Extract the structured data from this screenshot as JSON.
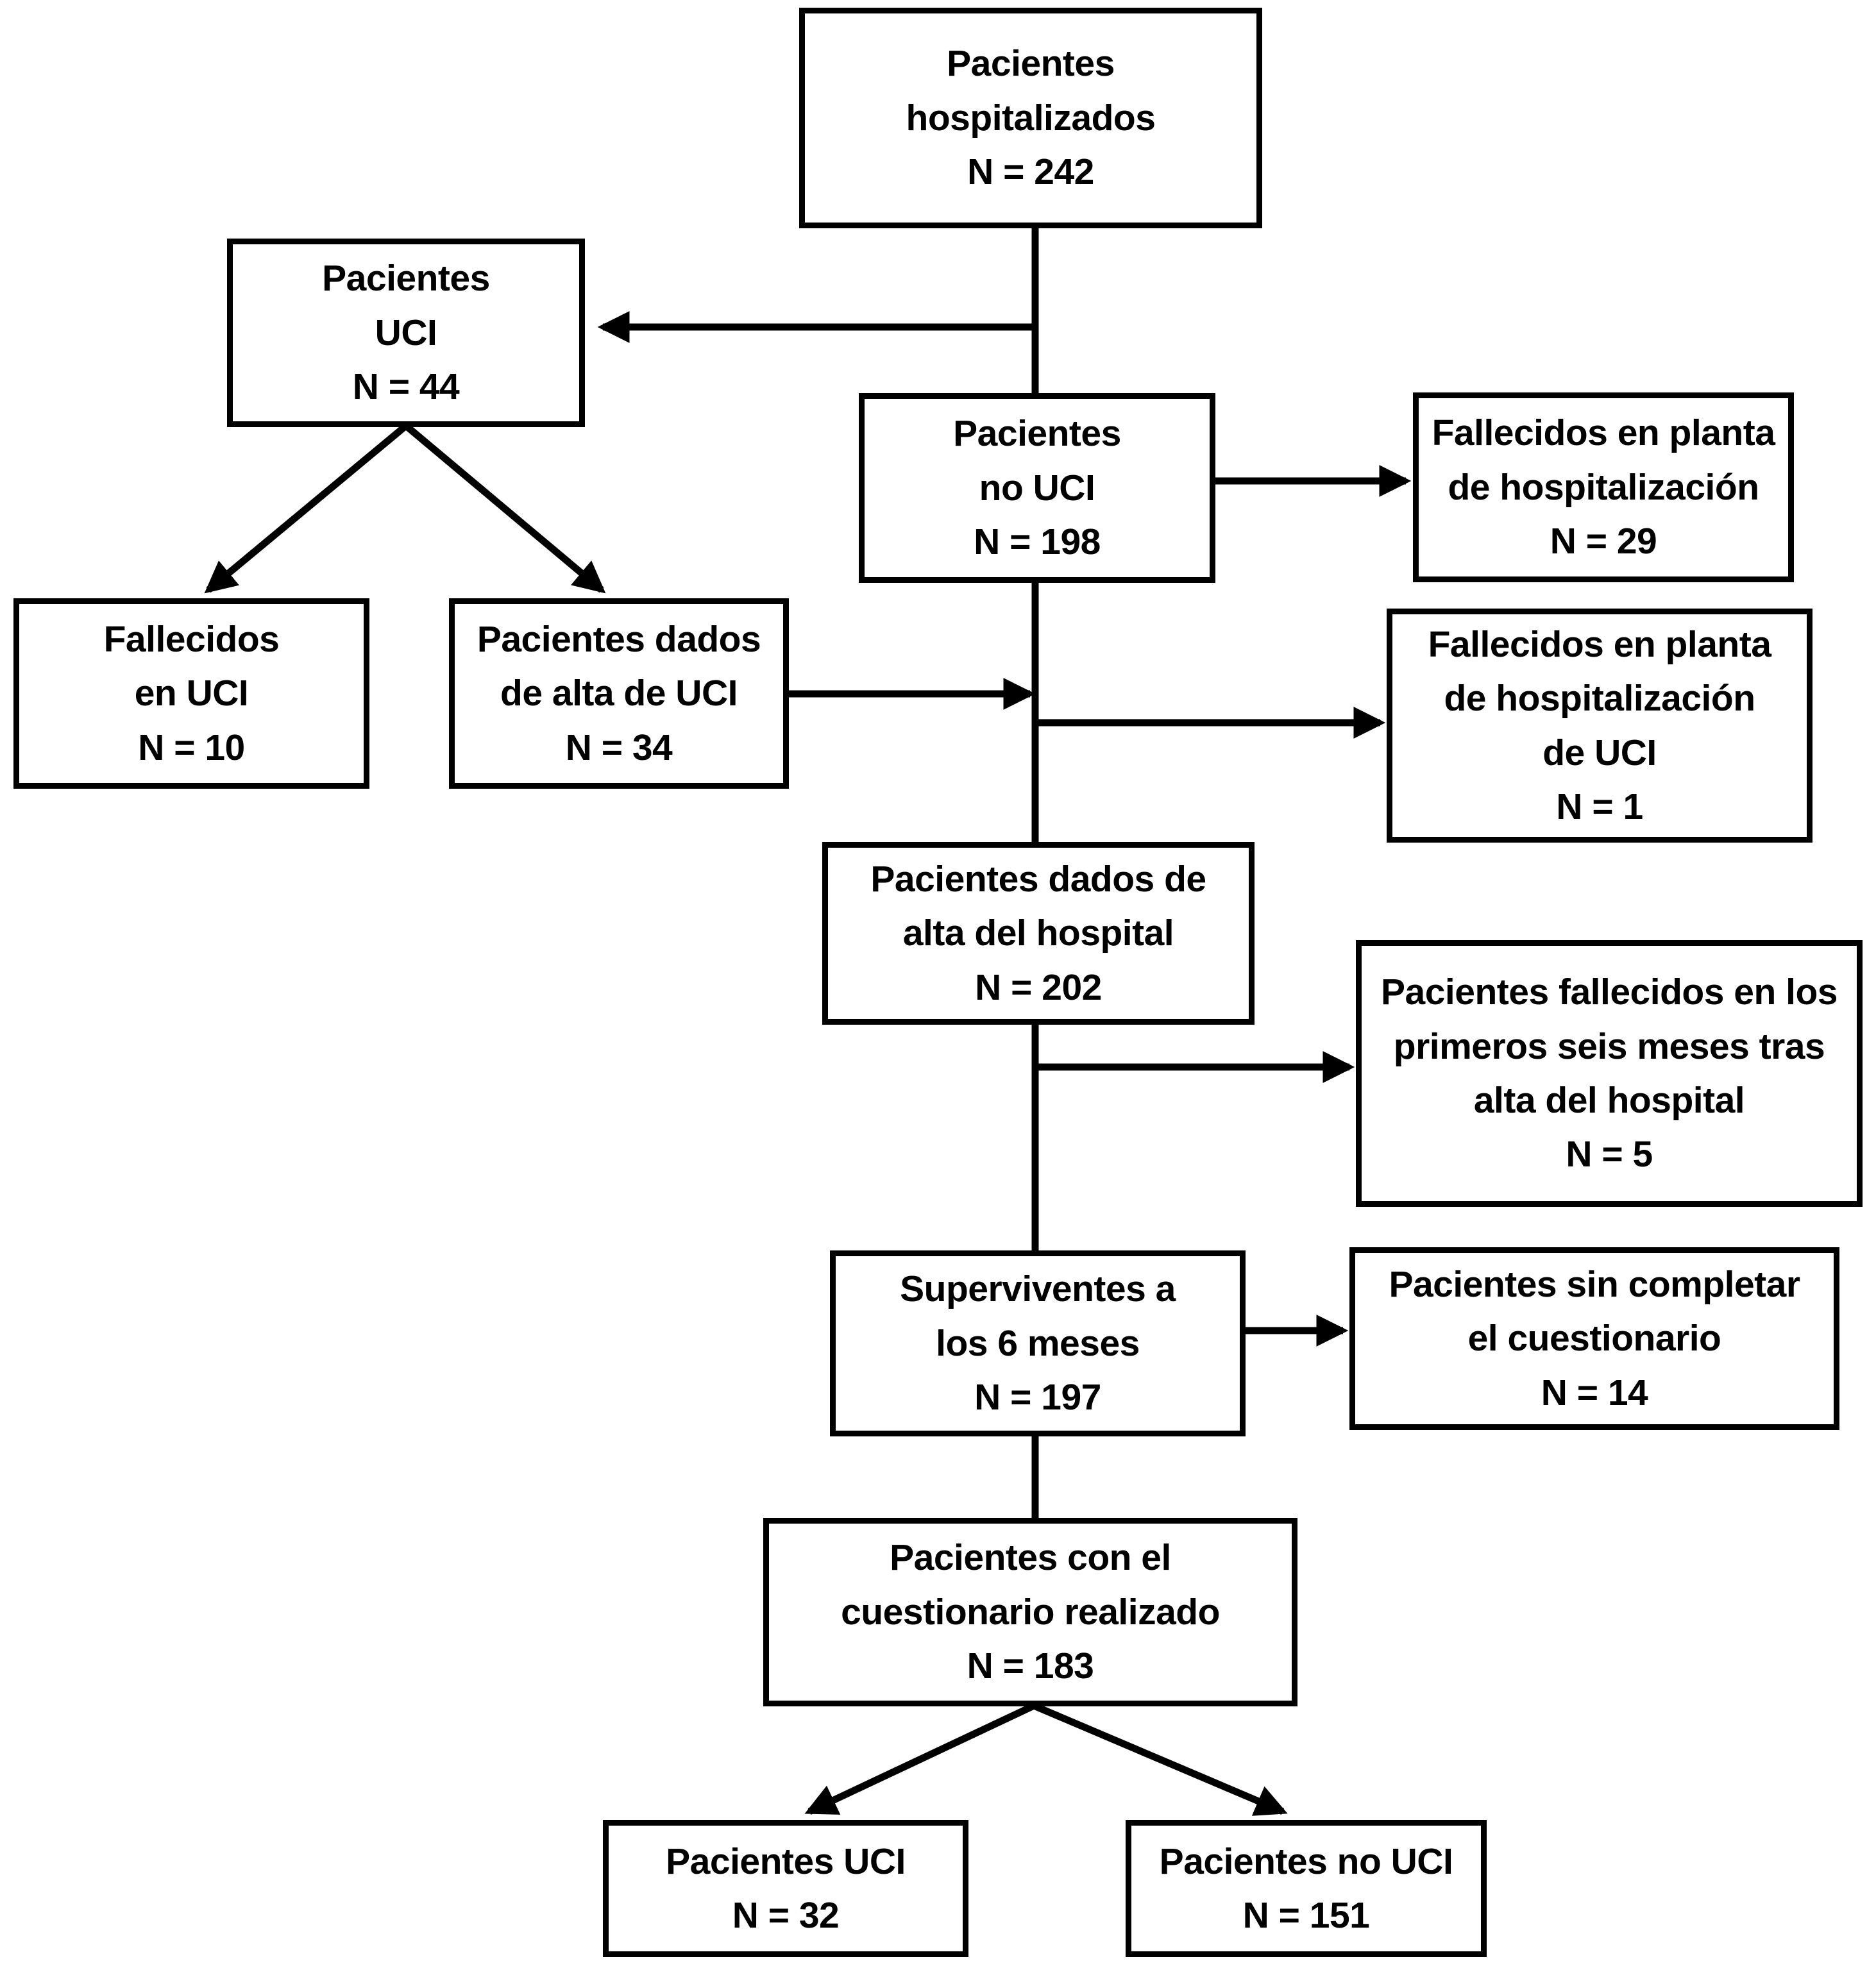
{
  "figure": {
    "type": "flowchart",
    "language": "es",
    "background_color": "#ffffff",
    "line_color": "#000000",
    "text_color": "#000000"
  },
  "boxes": {
    "hospitalizados": {
      "label": "Pacientes\nhospitalizados\nN = 242",
      "n": 242
    },
    "uci_44": {
      "label": "Pacientes\nUCI\nN = 44",
      "n": 44
    },
    "no_uci_198": {
      "label": "Pacientes\nno UCI\nN = 198",
      "n": 198
    },
    "fallecidos_planta_29": {
      "label": "Fallecidos en planta\nde hospitalización\nN = 29",
      "n": 29
    },
    "fallecidos_uci_10": {
      "label": "Fallecidos\nen UCI\nN = 10",
      "n": 10
    },
    "dados_alta_uci_34": {
      "label": "Pacientes dados\nde alta de UCI\nN = 34",
      "n": 34
    },
    "fallecidos_planta_uci_1": {
      "label": "Fallecidos en planta\nde hospitalización\nde UCI\nN = 1",
      "n": 1
    },
    "dados_alta_hospital_202": {
      "label": "Pacientes dados de\nalta del hospital\nN = 202",
      "n": 202
    },
    "fallecidos_6m_5": {
      "label": "Pacientes fallecidos en los\nprimeros seis meses tras\nalta del hospital\nN = 5",
      "n": 5
    },
    "superviventes_197": {
      "label": "Superviventes a\nlos 6 meses\nN = 197",
      "n": 197
    },
    "sin_completar_14": {
      "label": "Pacientes sin completar\nel cuestionario\nN = 14",
      "n": 14
    },
    "cuestionario_183": {
      "label": "Pacientes con el\ncuestionario realizado\nN = 183",
      "n": 183
    },
    "uci_32": {
      "label": "Pacientes UCI\nN = 32",
      "n": 32
    },
    "no_uci_151": {
      "label": "Pacientes no UCI\nN = 151",
      "n": 151
    }
  },
  "edges": [
    {
      "from": "hospitalizados",
      "to": "uci_44",
      "arrow": true
    },
    {
      "from": "hospitalizados",
      "to": "no_uci_198",
      "arrow": false
    },
    {
      "from": "no_uci_198",
      "to": "fallecidos_planta_29",
      "arrow": true
    },
    {
      "from": "uci_44",
      "to": "fallecidos_uci_10",
      "arrow": true
    },
    {
      "from": "uci_44",
      "to": "dados_alta_uci_34",
      "arrow": true
    },
    {
      "from": "dados_alta_uci_34",
      "to": "main_flow",
      "arrow": true
    },
    {
      "from": "main_flow",
      "to": "fallecidos_planta_uci_1",
      "arrow": true
    },
    {
      "from": "no_uci_198",
      "to": "dados_alta_hospital_202",
      "arrow": false
    },
    {
      "from": "dados_alta_hospital_202",
      "to": "fallecidos_6m_5",
      "arrow": true
    },
    {
      "from": "dados_alta_hospital_202",
      "to": "superviventes_197",
      "arrow": false
    },
    {
      "from": "superviventes_197",
      "to": "sin_completar_14",
      "arrow": true
    },
    {
      "from": "superviventes_197",
      "to": "cuestionario_183",
      "arrow": false
    },
    {
      "from": "cuestionario_183",
      "to": "uci_32",
      "arrow": true
    },
    {
      "from": "cuestionario_183",
      "to": "no_uci_151",
      "arrow": true
    }
  ]
}
